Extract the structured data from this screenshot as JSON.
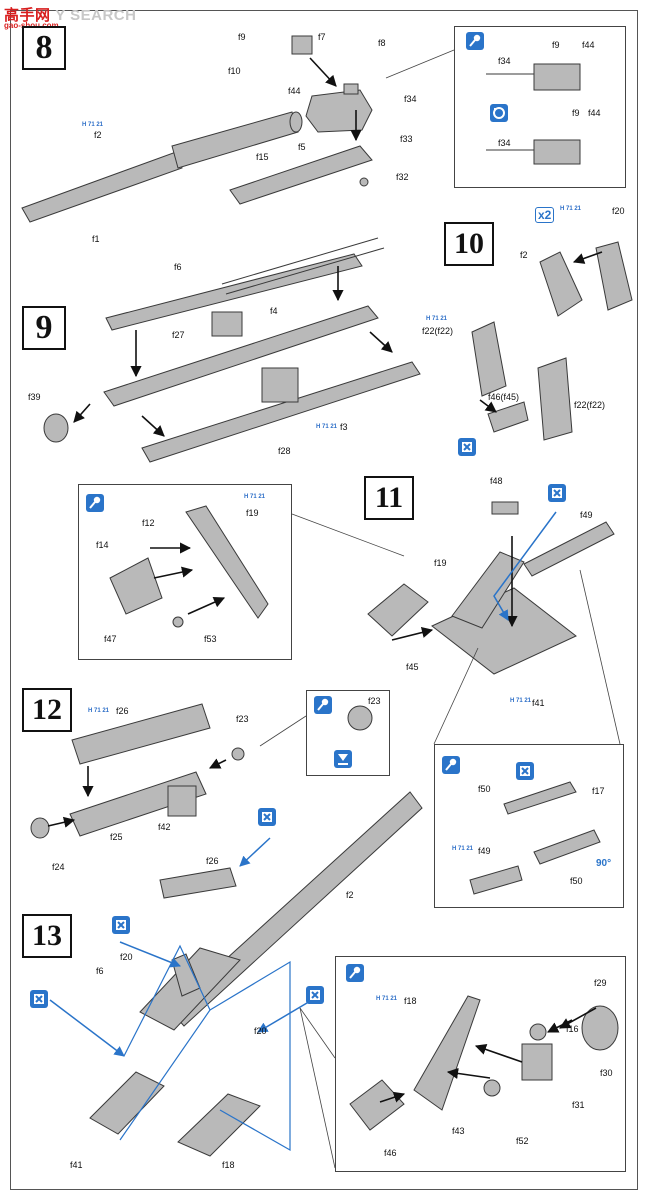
{
  "watermark": {
    "brand_a": "高",
    "brand_b": "手",
    "brand_c": "网",
    "text": "Y SEARCH",
    "url": "gao-shou.com"
  },
  "steps": {
    "s8": "8",
    "s9": "9",
    "s10": "10",
    "s11": "11",
    "s12": "12",
    "s13": "13"
  },
  "tag": "H 71 21",
  "x2": "x2",
  "angle": "90°",
  "colors": {
    "part_fill": "#b9b9b9",
    "part_stroke": "#3a3a3a",
    "accent": "#2a74c9"
  },
  "labels": {
    "f1": "f1",
    "f2": "f2",
    "f3": "f3",
    "f4": "f4",
    "f5": "f5",
    "f6": "f6",
    "f7": "f7",
    "f8": "f8",
    "f9": "f9",
    "f10": "f10",
    "f12": "f12",
    "f14": "f14",
    "f15": "f15",
    "f16": "f16",
    "f17": "f17",
    "f18": "f18",
    "f19": "f19",
    "f20": "f20",
    "f22f22": "f22(f22)",
    "f23": "f23",
    "f24": "f24",
    "f25": "f25",
    "f26": "f26",
    "f27": "f27",
    "f28": "f28",
    "f29": "f29",
    "f30": "f30",
    "f31": "f31",
    "f32": "f32",
    "f33": "f33",
    "f34": "f34",
    "f39": "f39",
    "f41": "f41",
    "f42": "f42",
    "f43": "f43",
    "f44": "f44",
    "f45": "f45",
    "f46": "f46",
    "f46f45": "f46(f45)",
    "f47": "f47",
    "f48": "f48",
    "f49": "f49",
    "f50": "f50",
    "f52": "f52",
    "f53": "f53"
  }
}
